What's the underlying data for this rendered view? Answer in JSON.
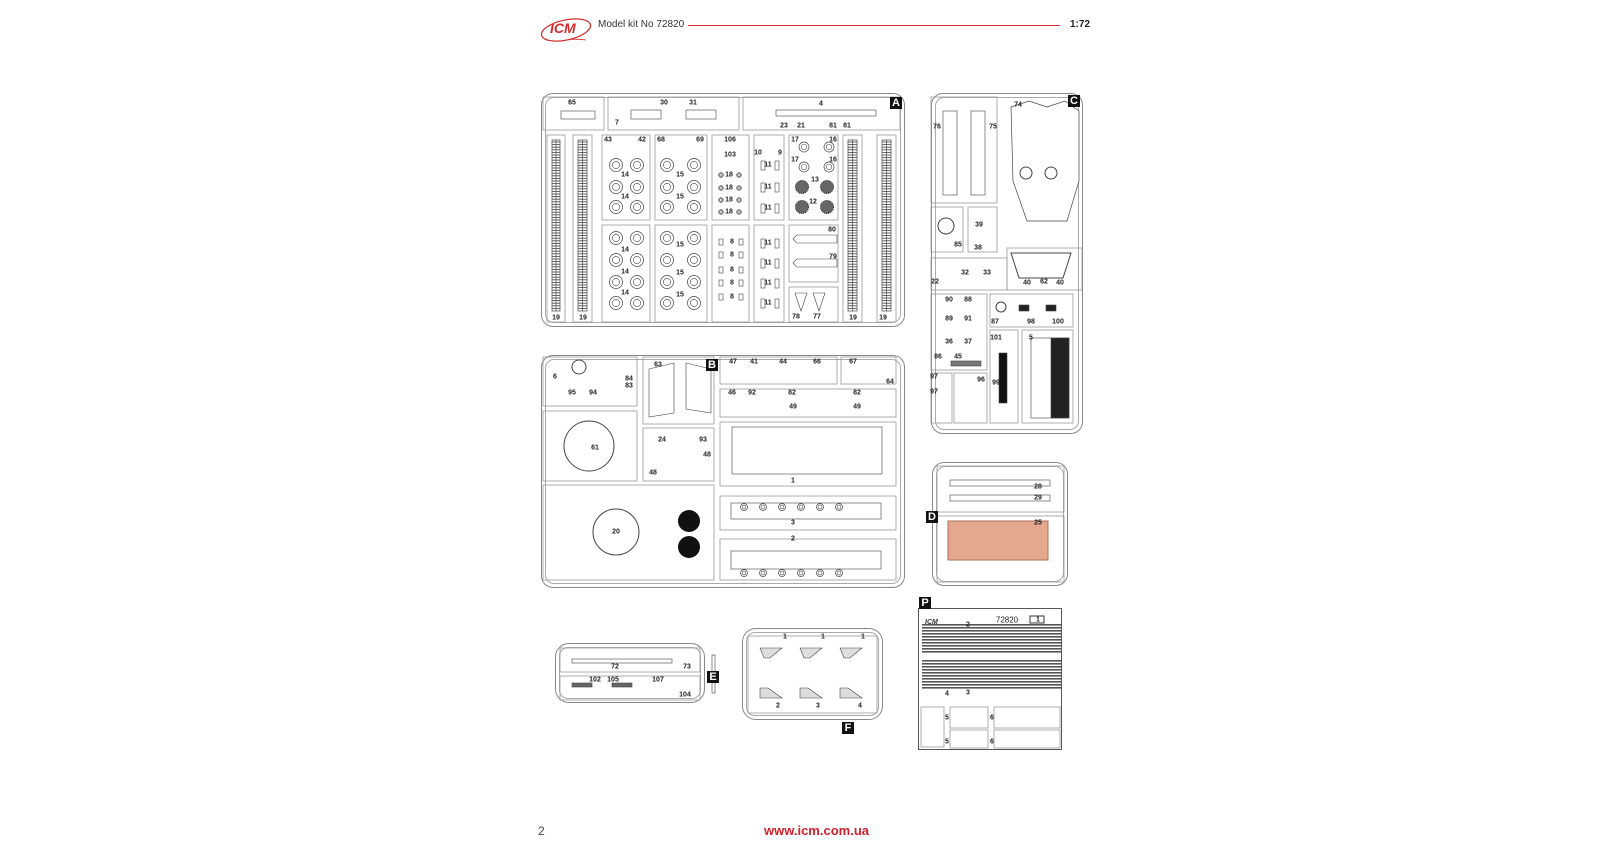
{
  "header": {
    "brand": "ICM",
    "kit_label": "Model kit No 72820",
    "scale": "1:72"
  },
  "footer": {
    "page": "2",
    "url": "www.icm.com.ua"
  },
  "colors": {
    "accent": "#d0202c",
    "rule": "#d3343c",
    "pe_copper": "#e3a88e"
  },
  "sprues": {
    "A": {
      "letter": "A",
      "parts": [
        "65",
        "7",
        "30",
        "31",
        "4",
        "23",
        "21",
        "81",
        "81",
        "19",
        "19",
        "19",
        "19",
        "43",
        "42",
        "14",
        "14",
        "14",
        "14",
        "14",
        "68",
        "69",
        "15",
        "15",
        "15",
        "15",
        "15",
        "106",
        "103",
        "18",
        "18",
        "18",
        "18",
        "8",
        "8",
        "8",
        "8",
        "8",
        "10",
        "9",
        "11",
        "11",
        "11",
        "11",
        "11",
        "11",
        "11",
        "17",
        "16",
        "17",
        "16",
        "13",
        "12",
        "80",
        "79",
        "78",
        "77"
      ]
    },
    "B": {
      "letter": "B",
      "parts": [
        "6",
        "84",
        "83",
        "95",
        "94",
        "63",
        "47",
        "41",
        "44",
        "66",
        "67",
        "64",
        "46",
        "92",
        "82",
        "49",
        "82",
        "49",
        "61",
        "24",
        "93",
        "48",
        "48",
        "1",
        "3",
        "2",
        "20"
      ]
    },
    "C": {
      "letter": "C",
      "parts": [
        "76",
        "75",
        "74",
        "85",
        "39",
        "38",
        "22",
        "32",
        "33",
        "40",
        "62",
        "40",
        "90",
        "88",
        "89",
        "91",
        "36",
        "37",
        "86",
        "45",
        "87",
        "98",
        "100",
        "101",
        "5",
        "99",
        "97",
        "97",
        "96"
      ]
    },
    "D": {
      "letter": "D",
      "parts": [
        "28",
        "29",
        "25"
      ]
    },
    "E": {
      "letter": "E",
      "parts": [
        "72",
        "73",
        "102",
        "105",
        "107",
        "104"
      ]
    },
    "F": {
      "letter": "F",
      "parts": [
        "1",
        "1",
        "1",
        "2",
        "3",
        "4"
      ]
    },
    "P": {
      "letter": "P",
      "parts": [
        "72820",
        "1",
        "2",
        "3",
        "4",
        "5",
        "5",
        "6",
        "6"
      ]
    }
  }
}
